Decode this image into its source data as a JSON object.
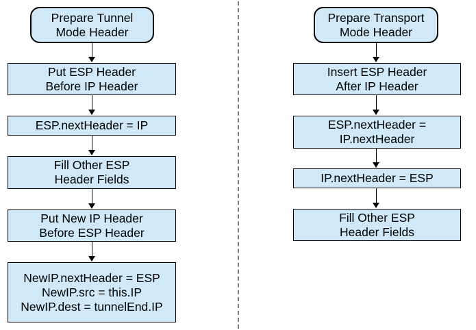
{
  "colors": {
    "box-fill": "#cfe9f8",
    "box-border": "#000000",
    "arrow-color": "#000000",
    "divider-color": "#7a7a7a",
    "canvas-bg": "#ffffff"
  },
  "left_flow": {
    "title": "tunnel-mode-flow",
    "nodes": [
      {
        "type": "rounded",
        "lines": [
          "Prepare Tunnel",
          "Mode Header"
        ]
      },
      {
        "type": "rect",
        "lines": [
          "Put ESP Header",
          "Before IP Header"
        ]
      },
      {
        "type": "rect",
        "lines": [
          "ESP.nextHeader = IP"
        ]
      },
      {
        "type": "rect",
        "lines": [
          "Fill Other ESP",
          "Header Fields"
        ]
      },
      {
        "type": "rect",
        "lines": [
          "Put New IP Header",
          "Before ESP Header"
        ]
      },
      {
        "type": "rect",
        "lines": [
          "NewIP.nextHeader = ESP",
          "NewIP.src = this.IP",
          "NewIP.dest = tunnelEnd.IP"
        ]
      }
    ]
  },
  "right_flow": {
    "title": "transport-mode-flow",
    "nodes": [
      {
        "type": "rounded",
        "lines": [
          "Prepare Transport",
          "Mode Header"
        ]
      },
      {
        "type": "rect",
        "lines": [
          "Insert ESP Header",
          "After IP Header"
        ]
      },
      {
        "type": "rect",
        "lines": [
          "ESP.nextHeader =",
          "IP.nextHeader"
        ]
      },
      {
        "type": "rect",
        "lines": [
          "IP.nextHeader = ESP"
        ]
      },
      {
        "type": "rect",
        "lines": [
          "Fill Other ESP",
          "Header Fields"
        ]
      }
    ]
  }
}
